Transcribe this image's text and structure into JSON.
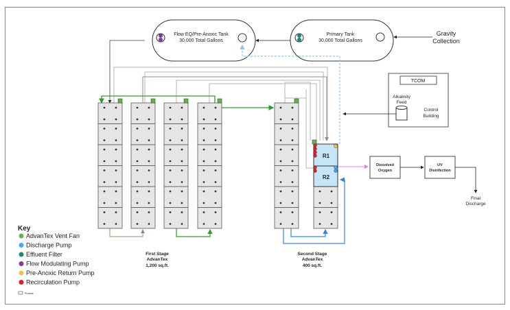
{
  "tanks": {
    "flow_eq": {
      "title": "Flow EQ/Pre-Anoxic Tank",
      "capacity": "30,000 Total Gallons"
    },
    "primary": {
      "title": "Primary Tank",
      "capacity": "30,000 Total Gallons"
    }
  },
  "gravity": {
    "line1": "Gravity",
    "line2": "Collection"
  },
  "control_building": {
    "tcom": "TCOM",
    "alkalinity_line1": "Alkalinity",
    "alkalinity_line2": "Feed",
    "label_line1": "Control",
    "label_line2": "Building"
  },
  "reactors": {
    "r1": "R1",
    "r2": "R2"
  },
  "process": {
    "dissolved_oxygen_line1": "Dissolved",
    "dissolved_oxygen_line2": "Oxygen",
    "uv_line1": "UV",
    "uv_line2": "Disinfection",
    "final_line1": "Final",
    "final_line2": "Discharge"
  },
  "stages": {
    "first": {
      "line1": "First Stage",
      "line2": "AdvanTex",
      "line3": "1,200 sq.ft."
    },
    "second": {
      "line1": "Second Stage",
      "line2": "AdvanTex",
      "line3": "400 sq.ft."
    }
  },
  "key": {
    "title": "Key",
    "items": [
      {
        "label": "AdvanTex Vent Fan",
        "color": "#6ab04c"
      },
      {
        "label": "Discharge Pump",
        "color": "#3fa9f5"
      },
      {
        "label": "Effluent Filter",
        "color": "#1a8a74"
      },
      {
        "label": "Flow Modulating Pump",
        "color": "#7b3fa0"
      },
      {
        "label": "Pre-Anoxic Return Pump",
        "color": "#f5c242"
      },
      {
        "label": "Recirculation Pump",
        "color": "#e02020"
      }
    ],
    "process_label": "Process"
  },
  "colors": {
    "pod_fill": "#e6e6e6",
    "reactor_fill": "#c6e6f7",
    "green_line": "#2a9d2a",
    "brown_line": "#9a8c74",
    "blue_line": "#2f86e0",
    "pink_line": "#f07cd8",
    "dashed_blue": "#8ec6f5"
  }
}
